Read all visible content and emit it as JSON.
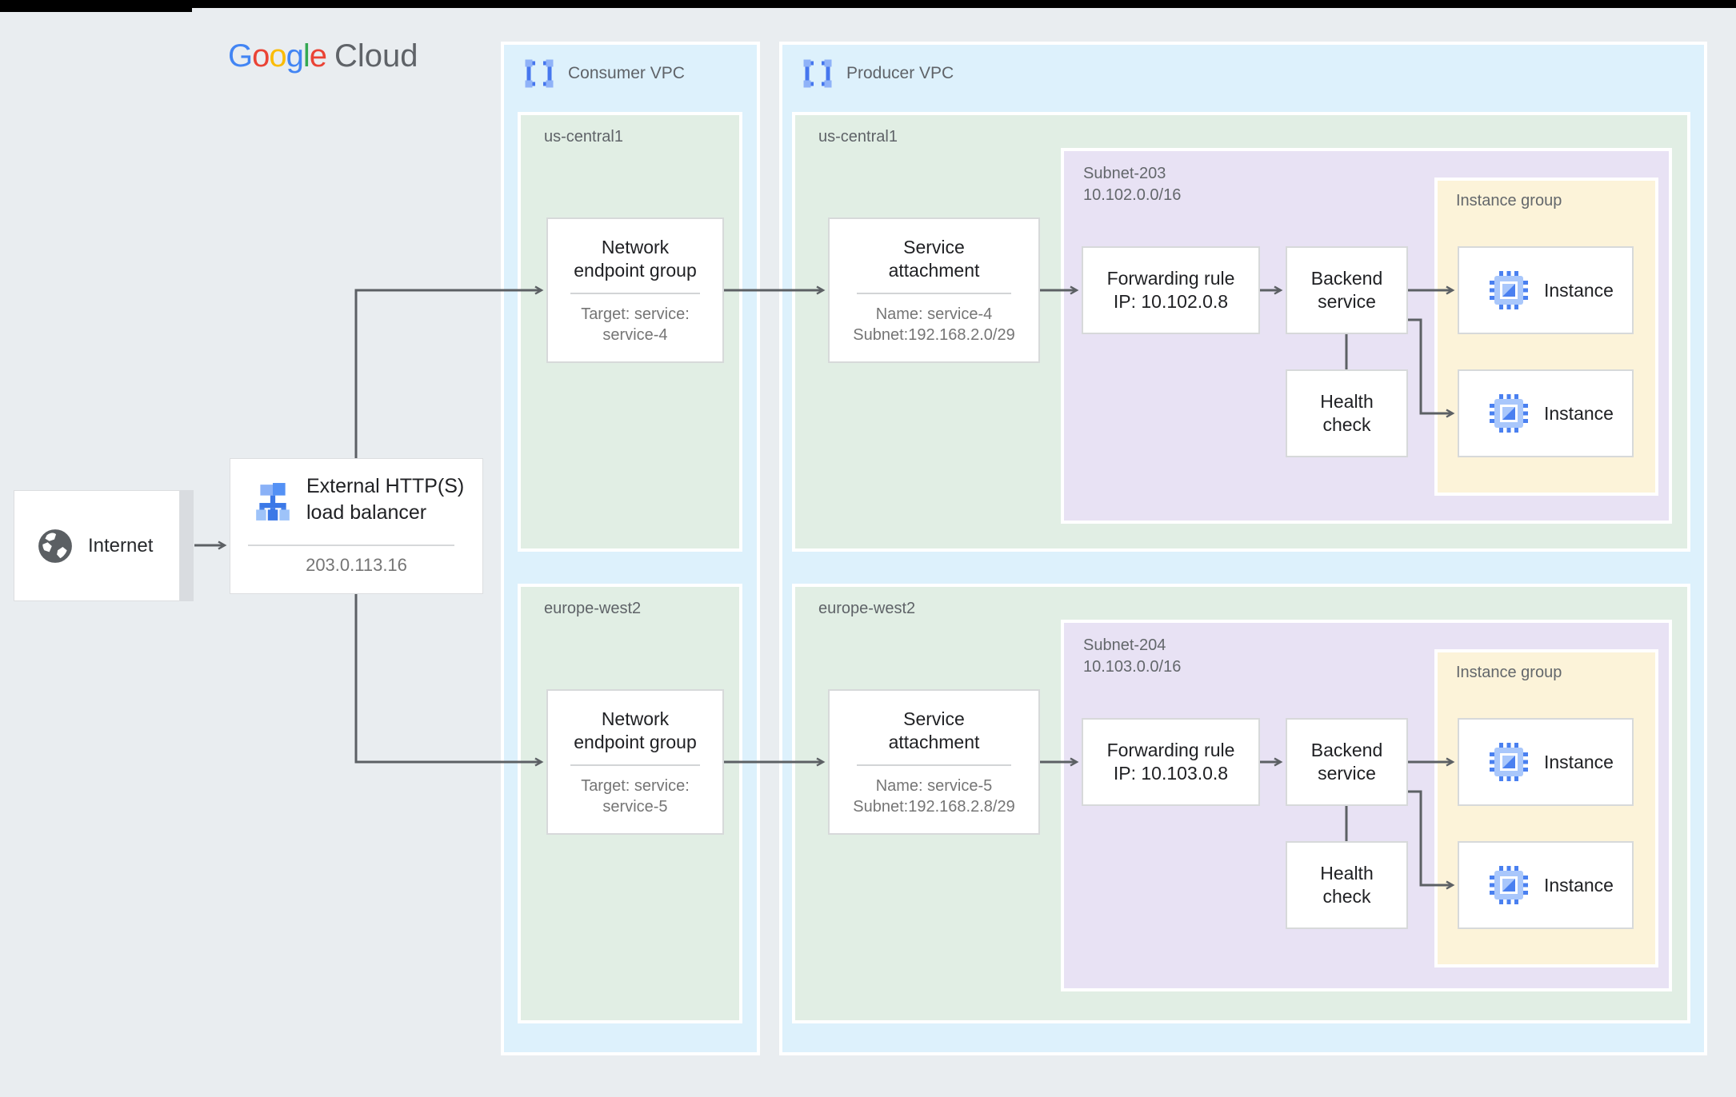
{
  "brand": {
    "letters": [
      {
        "char": "G"
      },
      {
        "char": "o"
      },
      {
        "char": "o"
      },
      {
        "char": "g"
      },
      {
        "char": "l"
      },
      {
        "char": "e"
      }
    ],
    "cloud": "Cloud"
  },
  "internet": {
    "label": "Internet"
  },
  "load_balancer": {
    "title_line1": "External HTTP(S)",
    "title_line2": "load balancer",
    "ip": "203.0.113.16"
  },
  "consumer_vpc": {
    "label": "Consumer VPC",
    "regions": [
      {
        "name": "us-central1",
        "neg": {
          "title_line1": "Network",
          "title_line2": "endpoint group",
          "detail_line1": "Target: service:",
          "detail_line2": "service-4"
        }
      },
      {
        "name": "europe-west2",
        "neg": {
          "title_line1": "Network",
          "title_line2": "endpoint group",
          "detail_line1": "Target: service:",
          "detail_line2": "service-5"
        }
      }
    ]
  },
  "producer_vpc": {
    "label": "Producer VPC",
    "regions": [
      {
        "name": "us-central1",
        "service_attachment": {
          "title_line1": "Service",
          "title_line2": "attachment",
          "detail_line1": "Name: service-4",
          "detail_line2": "Subnet:192.168.2.0/29"
        },
        "subnet": {
          "name": "Subnet-203",
          "cidr": "10.102.0.0/16",
          "forwarding_rule": {
            "line1": "Forwarding rule",
            "line2": "IP: 10.102.0.8"
          },
          "backend_service": {
            "line1": "Backend",
            "line2": "service"
          },
          "health_check": {
            "line1": "Health",
            "line2": "check"
          },
          "instance_group": {
            "label": "Instance group",
            "instances": [
              {
                "label": "Instance"
              },
              {
                "label": "Instance"
              }
            ]
          }
        }
      },
      {
        "name": "europe-west2",
        "service_attachment": {
          "title_line1": "Service",
          "title_line2": "attachment",
          "detail_line1": "Name: service-5",
          "detail_line2": "Subnet:192.168.2.8/29"
        },
        "subnet": {
          "name": "Subnet-204",
          "cidr": "10.103.0.0/16",
          "forwarding_rule": {
            "line1": "Forwarding rule",
            "line2": "IP: 10.103.0.8"
          },
          "backend_service": {
            "line1": "Backend",
            "line2": "service"
          },
          "health_check": {
            "line1": "Health",
            "line2": "check"
          },
          "instance_group": {
            "label": "Instance group",
            "instances": [
              {
                "label": "Instance"
              },
              {
                "label": "Instance"
              }
            ]
          }
        }
      }
    ]
  },
  "colors": {
    "google_blue": "#4285F4",
    "google_red": "#EA4335",
    "google_yellow": "#FBBC05",
    "google_green": "#34A853",
    "cloud_gray": "#5f6368",
    "page_bg": "#e9edf0",
    "vpc_bg": "#ddf1fc",
    "region_bg": "#e1eee4",
    "subnet_bg": "#e8e2f4",
    "instance_group_bg": "#fcf3d9",
    "connector": "#5c6064",
    "icon_blue_dark": "#3b78e7",
    "icon_blue_light": "#9ec3f9"
  }
}
